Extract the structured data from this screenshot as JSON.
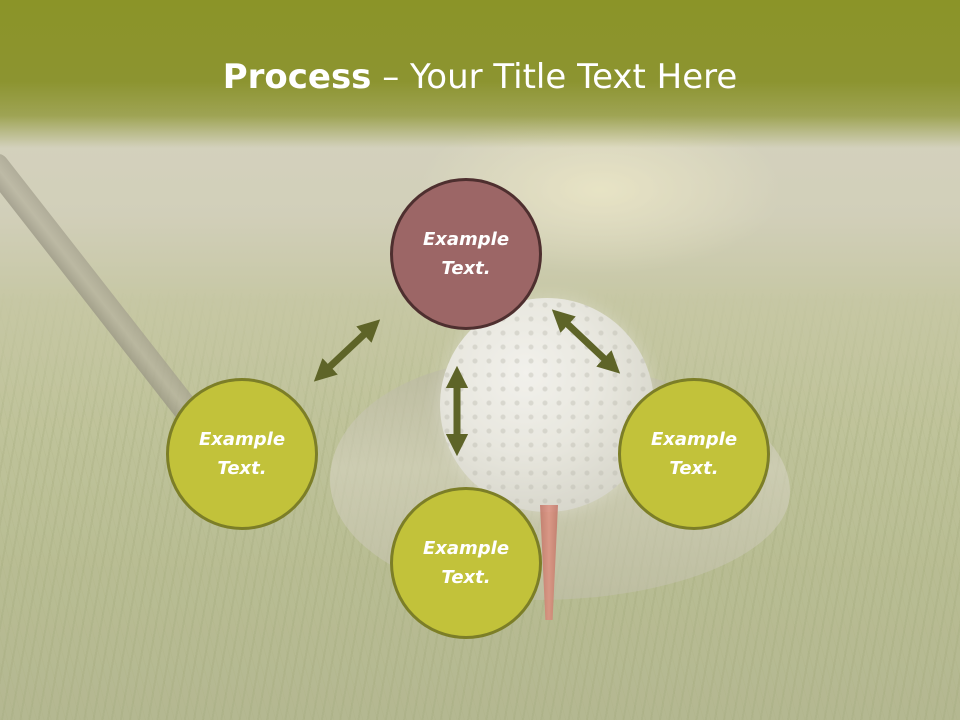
{
  "title": {
    "bold": "Process",
    "rest": " – Your Title Text Here"
  },
  "nodes": {
    "top": {
      "line1": "Example",
      "line2": "Text."
    },
    "left": {
      "line1": "Example",
      "line2": "Text."
    },
    "right": {
      "line1": "Example",
      "line2": "Text."
    },
    "bottom": {
      "line1": "Example",
      "line2": "Text."
    }
  },
  "colors": {
    "header": "#8b9428",
    "node_accent": "#9c6666",
    "node_default": "#c2c23a",
    "arrow": "#5e6428"
  }
}
